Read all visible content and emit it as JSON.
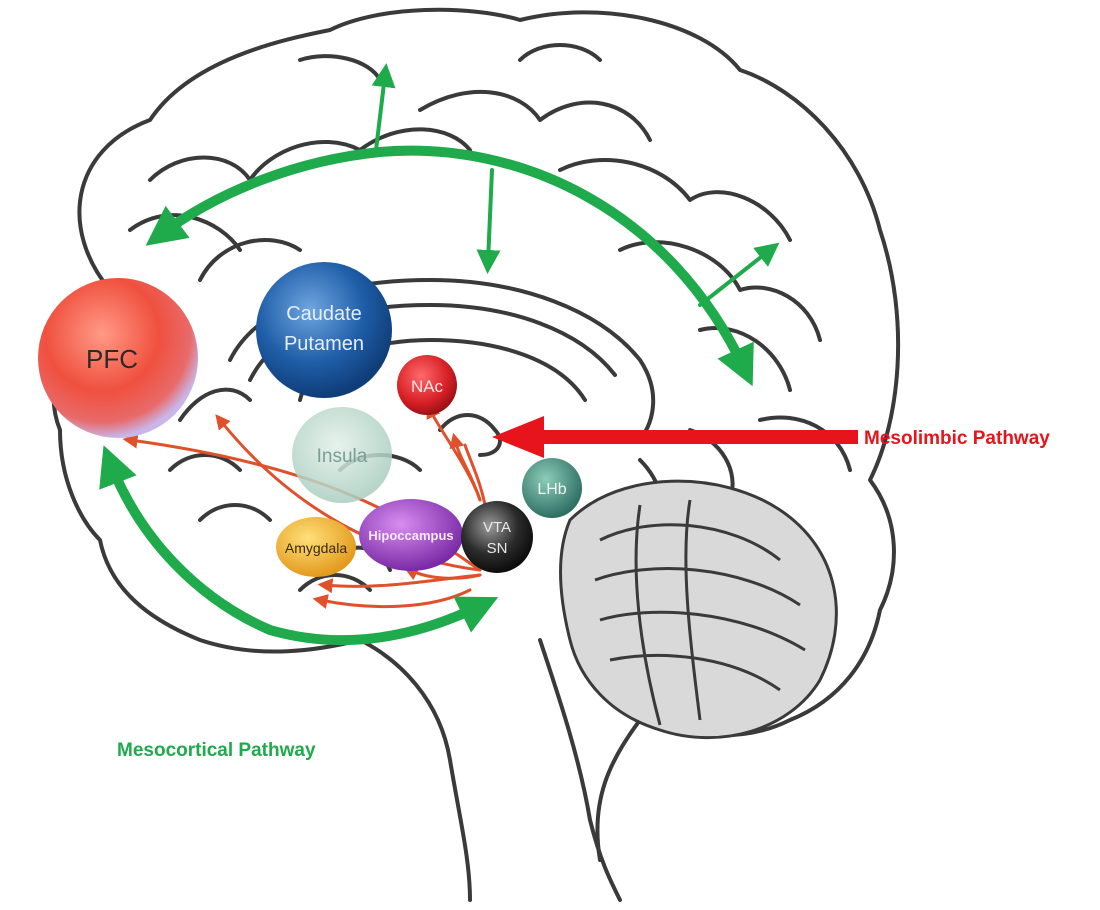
{
  "regions": {
    "pfc": "PFC",
    "caudate_line1": "Caudate",
    "caudate_line2": "Putamen",
    "nac": "NAc",
    "insula": "Insula",
    "lhb": "LHb",
    "vta_line1": "VTA",
    "vta_line2": "SN",
    "amygdala": "Amygdala",
    "hippocampus": "Hipoccampus"
  },
  "pathways": {
    "mesolimbic": "Mesolimbic Pathway",
    "mesocortical": "Mesocortical Pathway"
  },
  "colors": {
    "mesolimbic": "#e8141b",
    "mesocortical": "#1faa4b",
    "brain_outline": "#3a3a3a",
    "projection": "#e0502a"
  }
}
